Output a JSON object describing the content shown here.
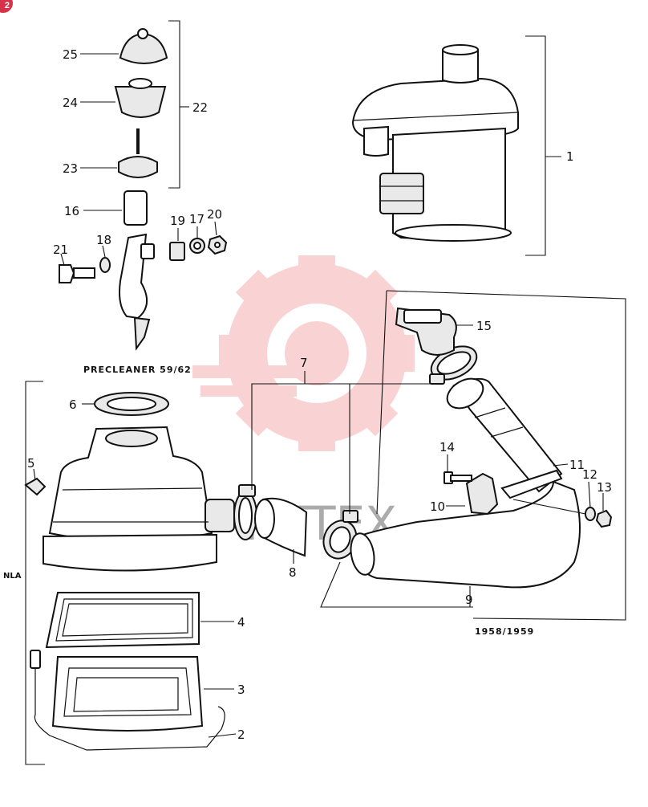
{
  "badge": "2",
  "watermark": {
    "color": "#e83a3a",
    "text": "HTTEX"
  },
  "captions": {
    "precleaner": "PRECLEANER 59/62",
    "years": "1958/1959",
    "nla": "NLA"
  },
  "callouts": {
    "n1": "1",
    "n2": "2",
    "n3": "3",
    "n4": "4",
    "n5": "5",
    "n6": "6",
    "n7": "7",
    "n8": "8",
    "n9": "9",
    "n10": "10",
    "n11": "11",
    "n12": "12",
    "n13": "13",
    "n14": "14",
    "n15": "15",
    "n16": "16",
    "n17": "17",
    "n18": "18",
    "n19": "19",
    "n20": "20",
    "n21": "21",
    "n22": "22",
    "n23": "23",
    "n24": "24",
    "n25": "25"
  }
}
